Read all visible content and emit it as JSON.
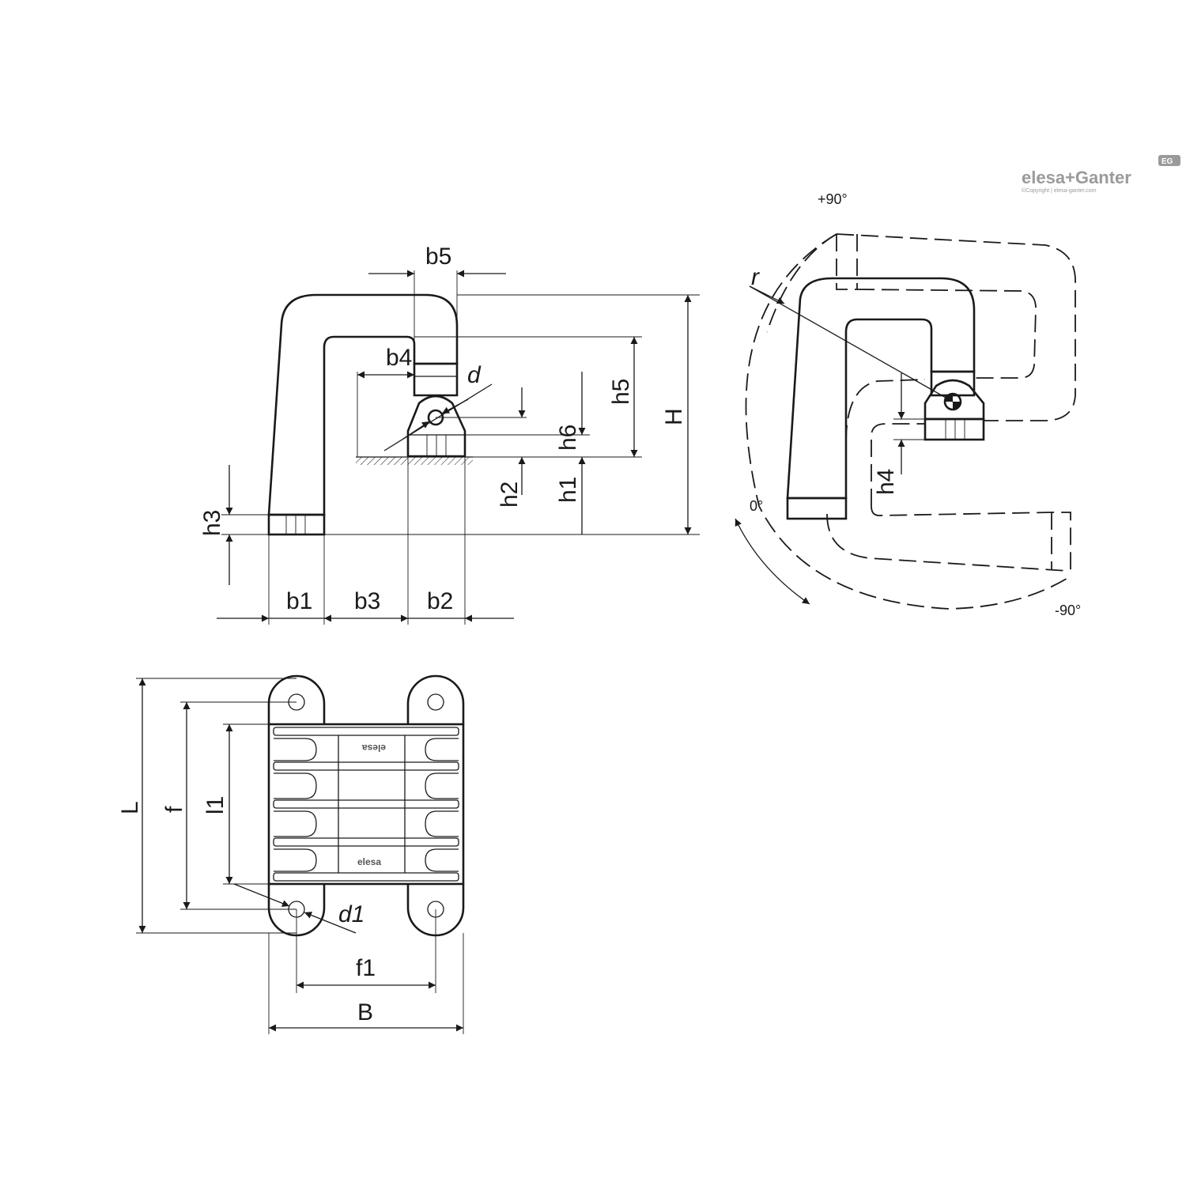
{
  "brand": {
    "name": "elesa+Ganter",
    "badge": "EG",
    "copyright": "©Copyright | elesa-ganter.com"
  },
  "side_view": {
    "labels": {
      "b5": "b5",
      "b4": "b4",
      "d": "d",
      "h5": "h5",
      "H": "H",
      "h6": "h6",
      "h2": "h2",
      "h1": "h1",
      "h3": "h3",
      "b1": "b1",
      "b3": "b3",
      "b2": "b2"
    }
  },
  "rotation_view": {
    "labels": {
      "r": "r",
      "h4": "h4"
    },
    "angles": {
      "plus90": "+90°",
      "zero": "0°",
      "minus90": "-90°"
    }
  },
  "top_view": {
    "labels": {
      "L": "L",
      "f": "f",
      "l1": "l1",
      "d1": "d1",
      "f1": "f1",
      "B": "B"
    },
    "markings": [
      "elesa",
      "elesa"
    ]
  }
}
